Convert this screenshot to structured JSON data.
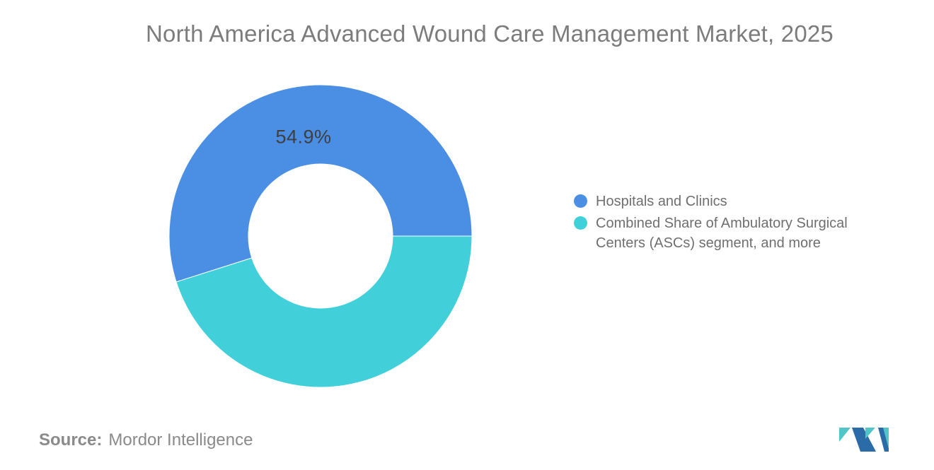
{
  "chart_data": {
    "type": "pie",
    "subtype": "donut",
    "title": "North America Advanced Wound Care Management Market, 2025",
    "unit": "%",
    "segments": [
      {
        "label": "Hospitals and Clinics",
        "value": 54.9,
        "color": "#4A8FE4",
        "data_label": "54.9%"
      },
      {
        "label": "Combined Share of Ambulatory Surgical Centers (ASCs) segment, and more",
        "value": 45.1,
        "color": "#41D0DA",
        "data_label": null
      }
    ],
    "start_angle_deg": 90,
    "direction": "clockwise",
    "slice_draw_order": "reversed",
    "inner_radius_ratio": 0.475,
    "border_color": "#FFFFFF",
    "legend_position": "right",
    "legend_marker": "circle",
    "grid": false
  },
  "source": {
    "label": "Source:",
    "value": "Mordor Intelligence"
  },
  "logo": {
    "name": "Mordor Intelligence logo mark",
    "teal": "#52C5C8",
    "blue": "#2B6CA8"
  }
}
